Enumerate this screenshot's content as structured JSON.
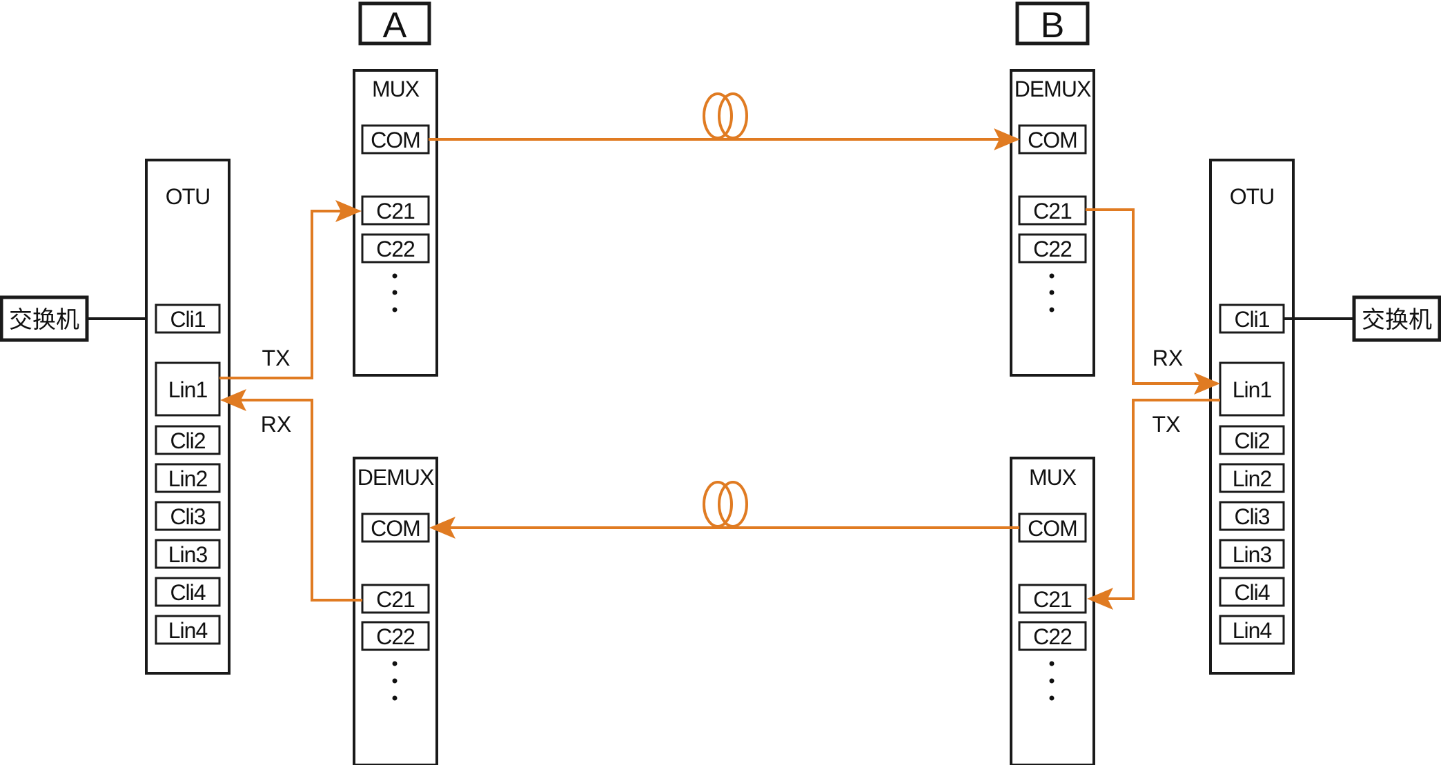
{
  "sites": {
    "a": "A",
    "b": "B"
  },
  "site_a": {
    "switch_label": "交换机",
    "otu": {
      "title": "OTU",
      "ports": [
        "Cli1",
        "Lin1",
        "Cli2",
        "Lin2",
        "Cli3",
        "Lin3",
        "Cli4",
        "Lin4"
      ]
    },
    "tx_label": "TX",
    "rx_label": "RX",
    "mux": {
      "title": "MUX",
      "com": "COM",
      "ch1": "C21",
      "ch2": "C22"
    },
    "demux": {
      "title": "DEMUX",
      "com": "COM",
      "ch1": "C21",
      "ch2": "C22"
    }
  },
  "site_b": {
    "switch_label": "交换机",
    "otu": {
      "title": "OTU",
      "ports": [
        "Cli1",
        "Lin1",
        "Cli2",
        "Lin2",
        "Cli3",
        "Lin3",
        "Cli4",
        "Lin4"
      ]
    },
    "rx_label": "RX",
    "tx_label": "TX",
    "demux": {
      "title": "DEMUX",
      "com": "COM",
      "ch1": "C21",
      "ch2": "C22"
    },
    "mux": {
      "title": "MUX",
      "com": "COM",
      "ch1": "C21",
      "ch2": "C22"
    }
  },
  "colors": {
    "fiber": "#e07b22",
    "outline": "#1a1a1a"
  },
  "icons": {
    "fiber_spool": "fiber-coil-icon",
    "ellipsis": "vertical-ellipsis-icon"
  }
}
